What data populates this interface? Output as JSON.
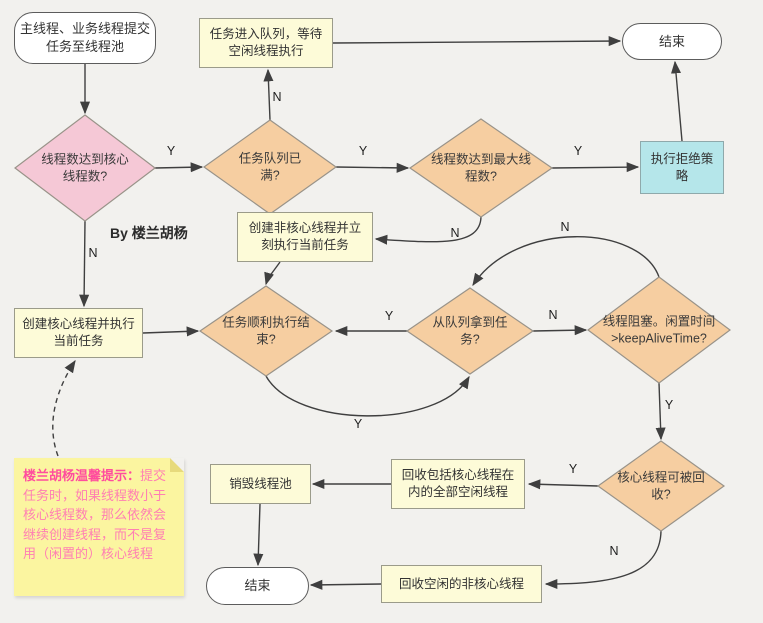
{
  "page": {
    "byline": "By 楼兰胡杨"
  },
  "nodes": {
    "start": {
      "label": "主线程、业务线程提交任务至线程池"
    },
    "task_queue": {
      "label": "任务进入队列，等待空闲线程执行"
    },
    "end_top": {
      "label": "结束"
    },
    "d_core_count": {
      "label": "线程数达到核心线程数?"
    },
    "d_queue_full": {
      "label": "任务队列已满?"
    },
    "d_max_count": {
      "label": "线程数达到最大线程数?"
    },
    "reject_policy": {
      "label": "执行拒绝策略"
    },
    "create_noncore": {
      "label": "创建非核心线程并立刻执行当前任务"
    },
    "create_core": {
      "label": "创建核心线程并执行当前任务"
    },
    "d_task_done": {
      "label": "任务顺利执行结束?"
    },
    "d_got_task": {
      "label": "从队列拿到任务?"
    },
    "d_keepalive": {
      "label": "线程阻塞。闲置时间>keepAliveTime?"
    },
    "d_core_recyclable": {
      "label": "核心线程可被回收?"
    },
    "recycle_all": {
      "label": "回收包括核心线程在内的全部空闲线程"
    },
    "destroy_pool": {
      "label": "销毁线程池"
    },
    "end_bottom": {
      "label": "结束"
    },
    "recycle_noncore": {
      "label": "回收空闲的非核心线程"
    }
  },
  "note": {
    "title": "楼兰胡杨温馨提示：",
    "body": "提交任务时，如果线程数小于核心线程数，那么依然会继续创建线程，而不是复用（闲置的）核心线程"
  },
  "edge_labels": {
    "core_yes": "Y",
    "core_no": "N",
    "queue_full_yes": "Y",
    "queue_full_no": "N",
    "max_yes": "Y",
    "max_no": "N",
    "got_task_yes": "Y",
    "task_done_yes": "Y",
    "got_task_no": "N",
    "keepalive_no": "N",
    "keepalive_yes": "Y",
    "recyclable_yes": "Y",
    "recyclable_no": "N"
  },
  "colors": {
    "pink": "#F5C8D6",
    "orange": "#F6CEA1",
    "cyan": "#B5E6EA",
    "yellow_box": "#FDFBD8",
    "note_bg": "#FBF5A0",
    "note_title": "#FF4D9E",
    "note_body": "#FF7FB3",
    "line": "#3F3F3F",
    "terminator_bg": "#FFFFFF"
  }
}
